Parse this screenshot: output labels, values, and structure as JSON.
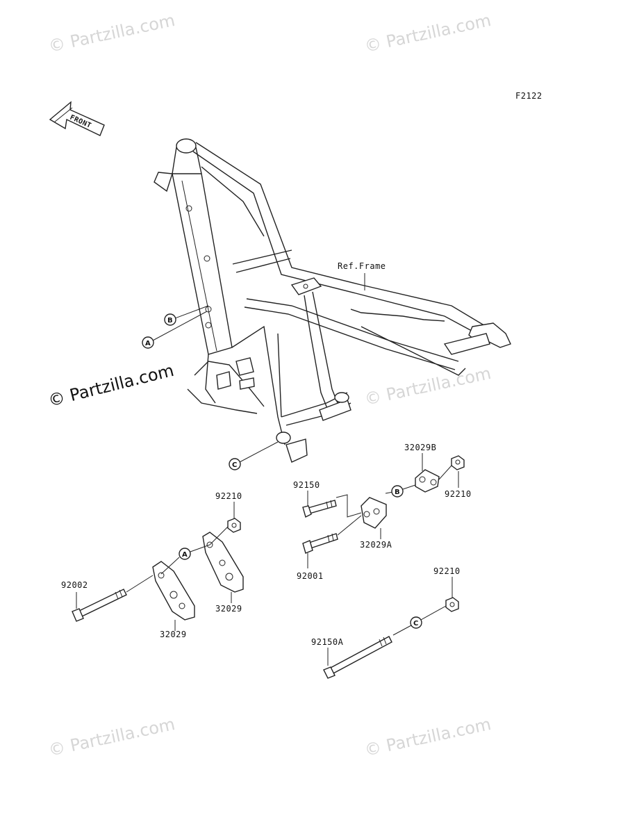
{
  "watermark": "© Partzilla.com",
  "figure_code": "F2122",
  "front_arrow_label": "FRONT",
  "ref_frame_label": "Ref.Frame",
  "callouts": {
    "a": "A",
    "b": "B",
    "c": "C"
  },
  "part_numbers": {
    "p92210_top": "92210",
    "p92150": "92150",
    "p32029B": "32029B",
    "p92210_right": "92210",
    "p32029A": "32029A",
    "p92001": "92001",
    "p92002": "92002",
    "p32029_right": "32029",
    "p32029_left": "32029",
    "p92210_low": "92210",
    "p92150A": "92150A"
  }
}
